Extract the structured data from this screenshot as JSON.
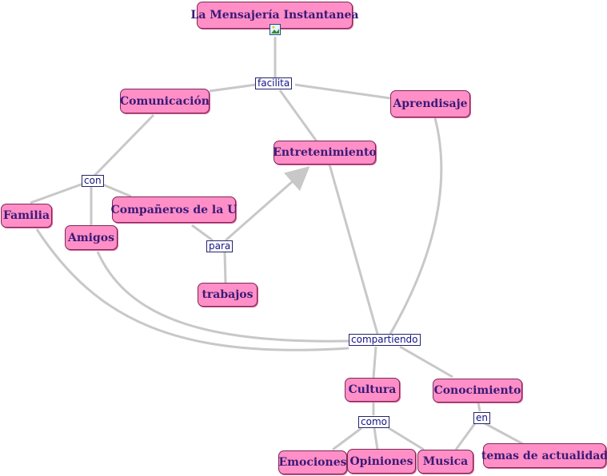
{
  "diagram": {
    "title": "La Mensajería Instantanea",
    "nodes": {
      "comunicacion": "Comunicación",
      "aprendisaje": "Aprendisaje",
      "entretenimiento": "Entretenimiento",
      "familia": "Familia",
      "amigos": "Amigos",
      "companeros": "Compañeros de la U",
      "trabajos": "trabajos",
      "cultura": "Cultura",
      "conocimiento": "Conocimiento",
      "emociones": "Emociones",
      "opiniones": "Opiniones",
      "musica": "Musica",
      "temas": "temas de actualidad"
    },
    "links": {
      "facilita": "facilita",
      "con": "con",
      "para": "para",
      "compartiendo": "compartiendo",
      "como": "como",
      "en": "en"
    },
    "colors": {
      "node_fill": "#ff8fc6",
      "node_text": "#3a1a78",
      "edge": "#c8c8c8"
    }
  }
}
